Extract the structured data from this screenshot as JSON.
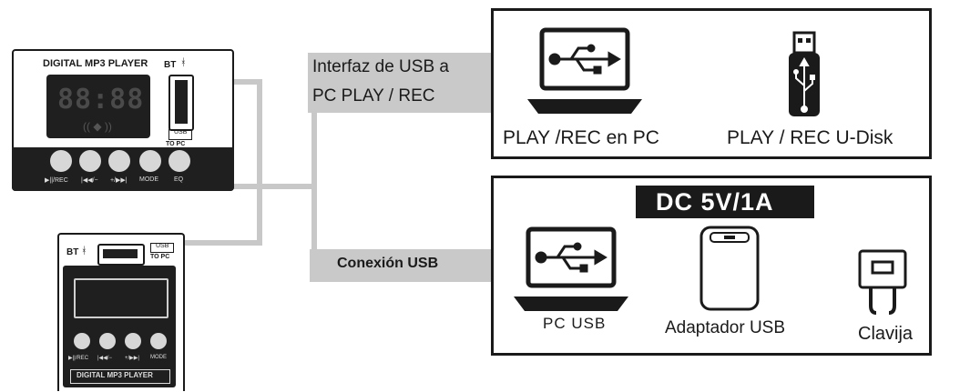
{
  "device_top": {
    "title": "DIGITAL MP3 PLAYER",
    "bt": "BT",
    "display": "88:88",
    "usb_port": "USB",
    "to_pc": "TO PC",
    "buttons": [
      "▶||/REC",
      "|◀◀/−",
      "+/▶▶|",
      "MODE",
      "EQ"
    ]
  },
  "device_bottom": {
    "bt": "BT",
    "usb_port": "USB",
    "to_pc": "TO PC",
    "buttons": [
      "▶||/REC",
      "|◀◀/−",
      "+/▶▶|",
      "MODE"
    ],
    "title": "DIGITAL MP3 PLAYER"
  },
  "usb_interface": {
    "line1": "Interfaz de USB  a",
    "line2": "PC   PLAY / REC"
  },
  "usb_connection": {
    "label": "Conexión USB"
  },
  "play_rec_box": {
    "pc_label": "PLAY /REC en PC",
    "udisk_label": "PLAY / REC  U-Disk"
  },
  "power_box": {
    "header": "DC 5V/1A",
    "pc_usb_label": "PC USB",
    "adapter_label": "Adaptador USB",
    "plug_label": "Clavija"
  },
  "colors": {
    "line": "#c8c8c8",
    "ink": "#1a1a1a",
    "band": "#c9c9c9"
  }
}
